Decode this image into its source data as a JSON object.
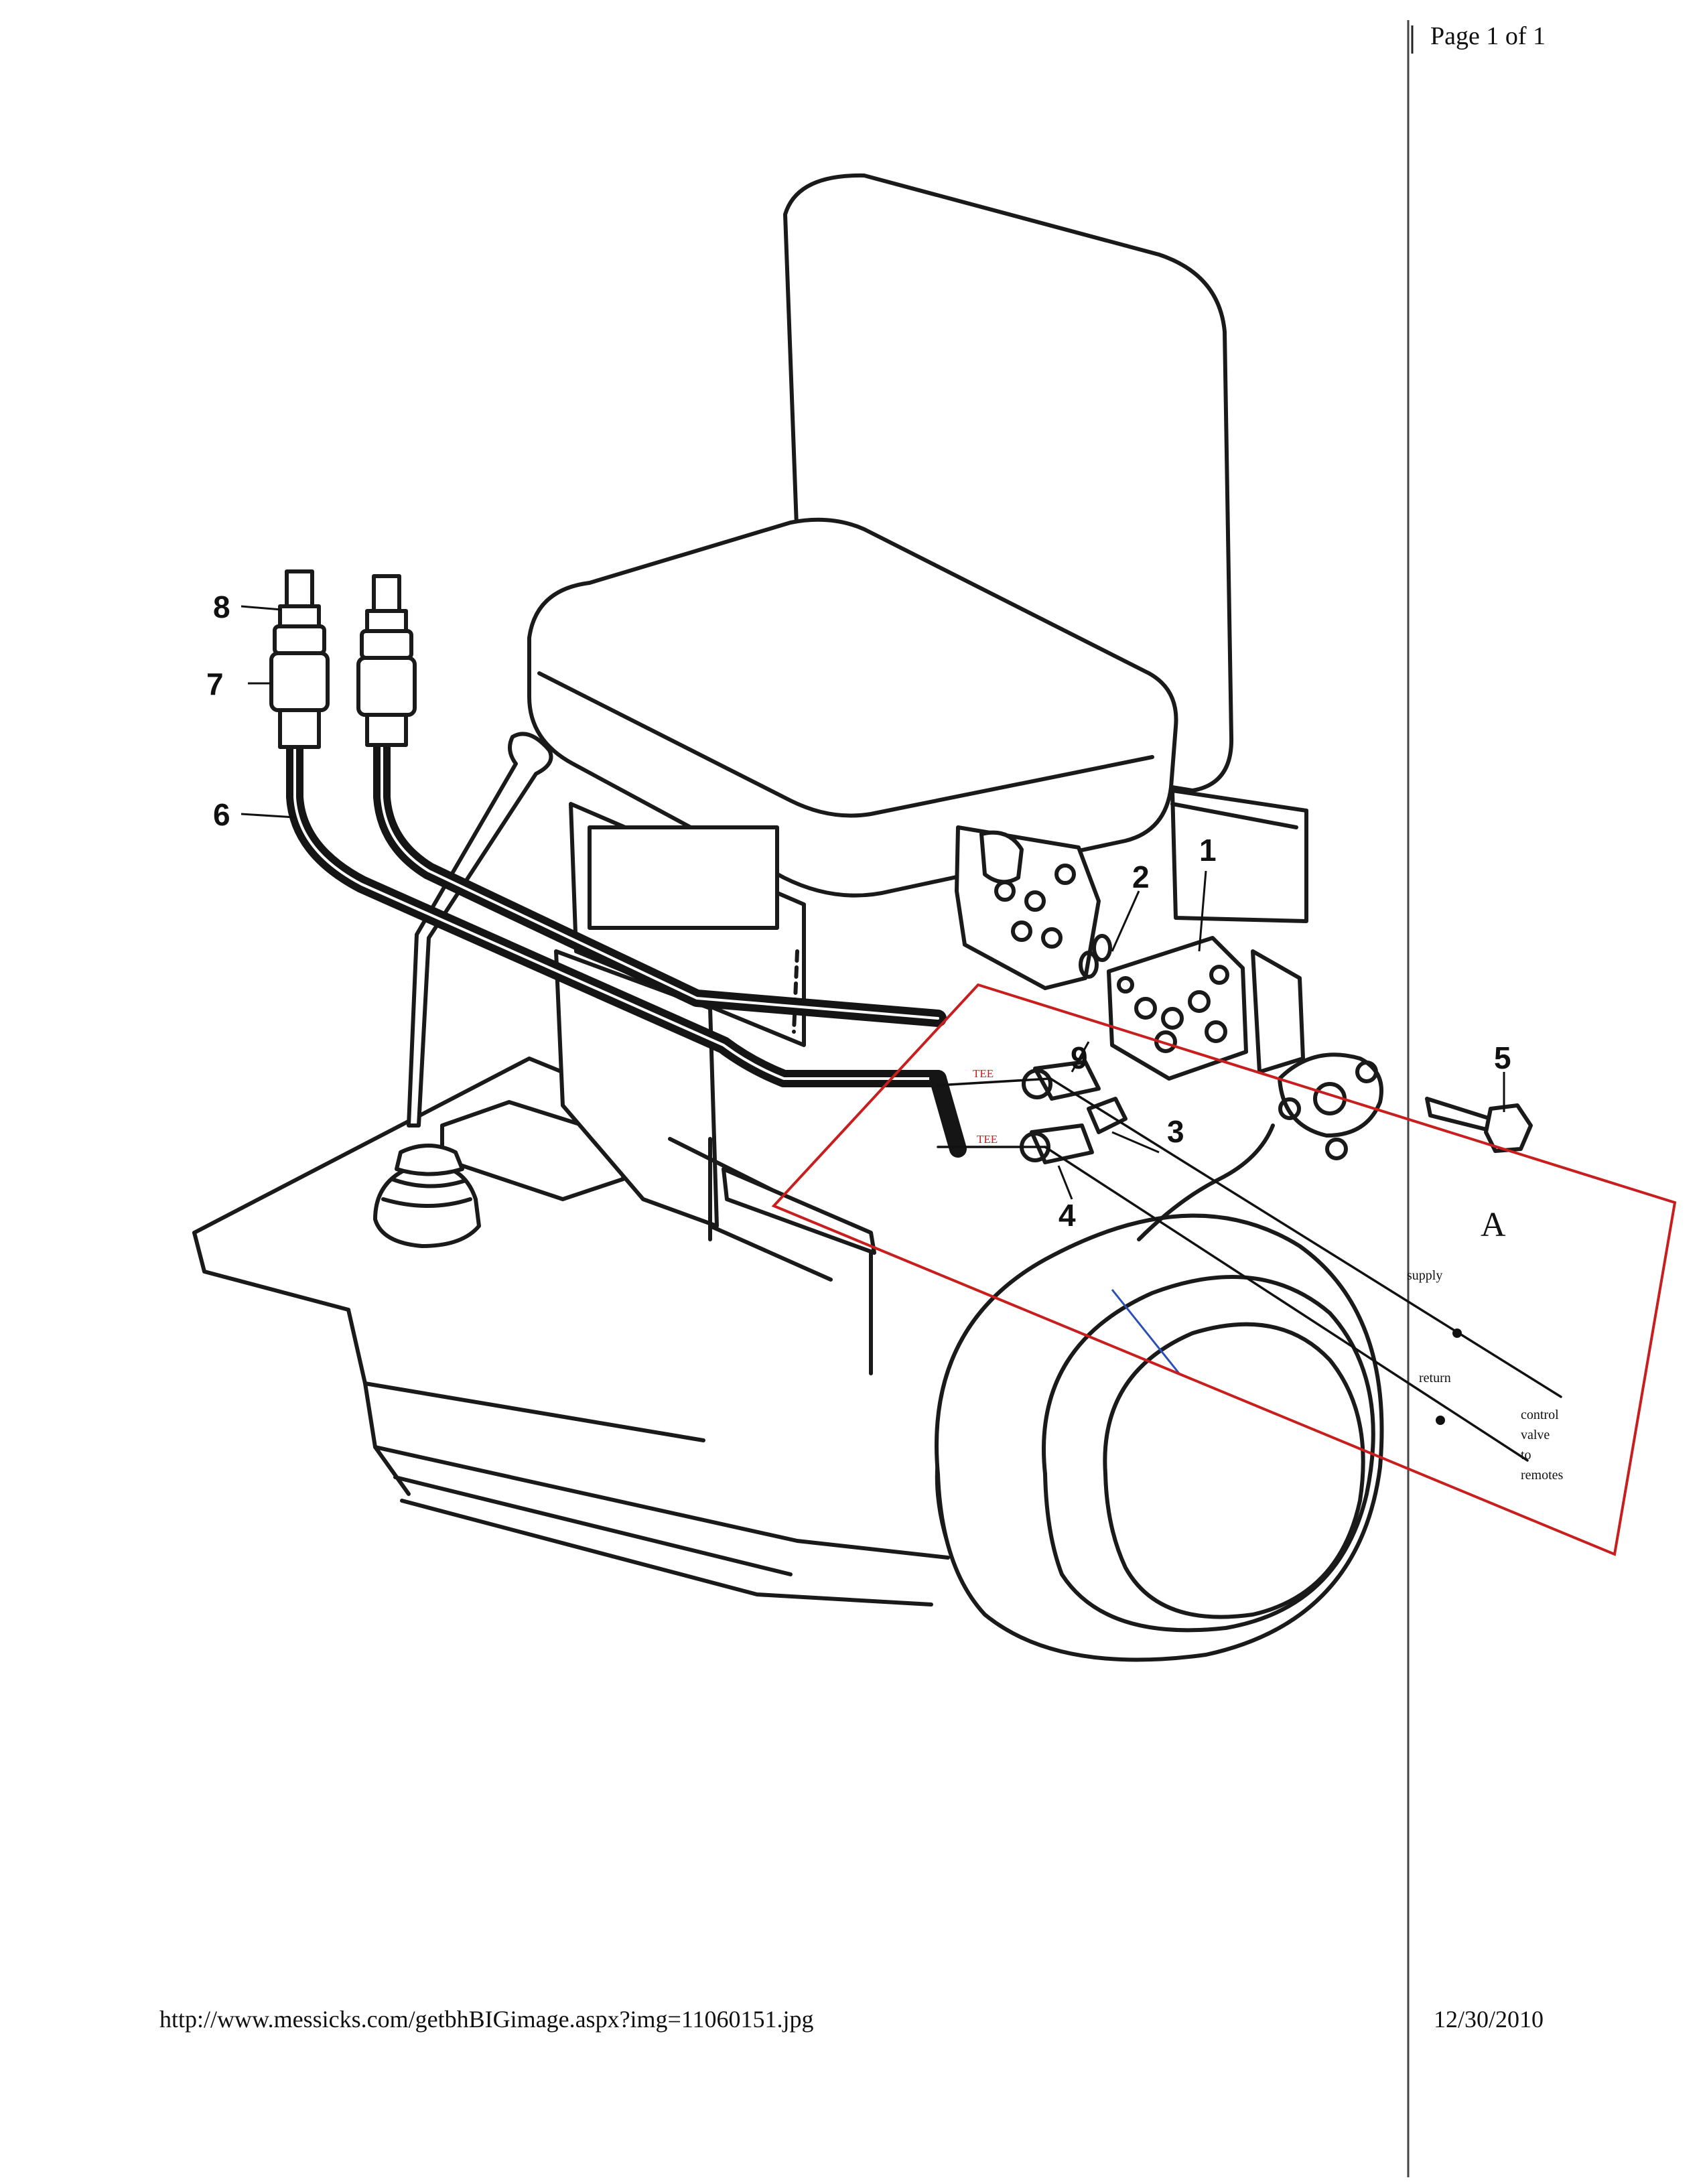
{
  "header": {
    "page_label": "Page 1 of 1"
  },
  "footer": {
    "url": "http://www.messicks.com/getbhBIGimage.aspx?img=11060151.jpg",
    "date": "12/30/2010"
  },
  "diagram": {
    "callouts": [
      "1",
      "2",
      "3",
      "4",
      "5",
      "6",
      "7",
      "8",
      "9"
    ],
    "tee_labels": [
      "TEE",
      "TEE"
    ],
    "annotation": {
      "section_letter": "A",
      "supply_label": "supply",
      "return_label": "return",
      "control_valve_lines": [
        "control",
        "valve",
        "to",
        "remotes"
      ]
    },
    "colors": {
      "annotation_red": "#c81e1e",
      "ink": "#1a1a1a",
      "blue_line": "#2a4fb5"
    }
  }
}
